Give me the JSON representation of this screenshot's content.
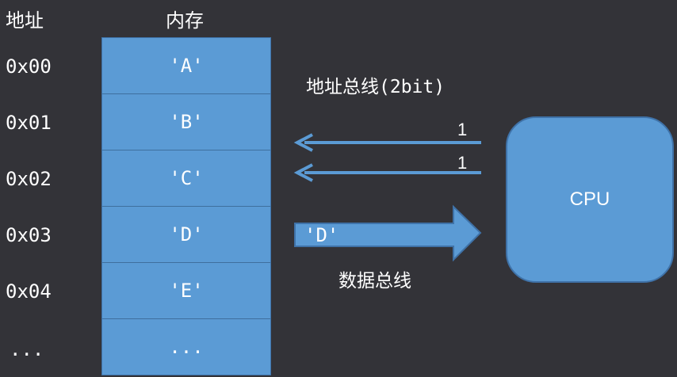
{
  "headers": {
    "address": "地址",
    "memory": "内存"
  },
  "rows": [
    {
      "address": "0x00",
      "value": "'A'"
    },
    {
      "address": "0x01",
      "value": "'B'"
    },
    {
      "address": "0x02",
      "value": "'C'"
    },
    {
      "address": "0x03",
      "value": "'D'"
    },
    {
      "address": "0x04",
      "value": "'E'"
    },
    {
      "address": "...",
      "value": "..."
    }
  ],
  "address_bus": {
    "label": "地址总线(2bit)",
    "bits": [
      "1",
      "1"
    ]
  },
  "data_bus": {
    "label": "数据总线",
    "value": "'D'"
  },
  "cpu": {
    "label": "CPU"
  },
  "colors": {
    "background": "#333338",
    "block_fill": "#5b9bd5",
    "block_border": "#3f72a8"
  }
}
